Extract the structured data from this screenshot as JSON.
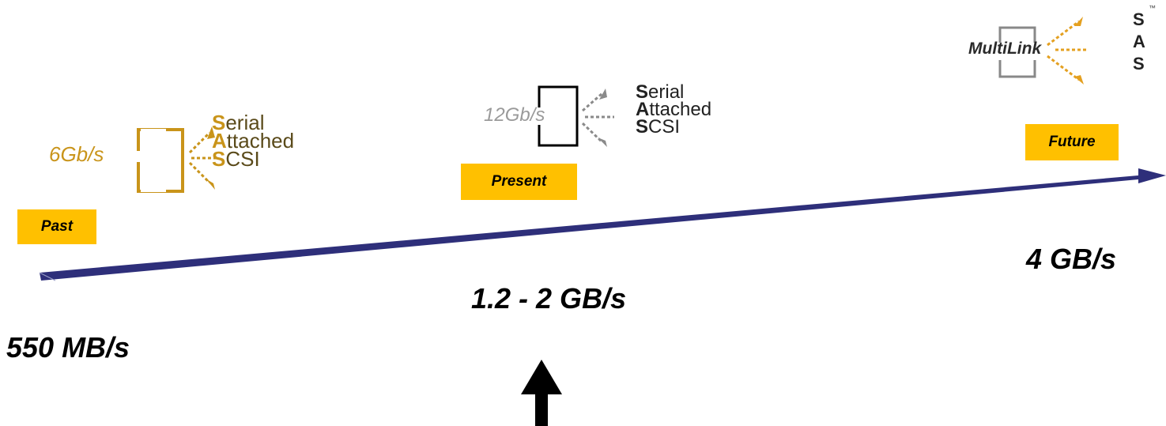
{
  "timeline": {
    "stages": [
      {
        "label": "Past",
        "speed": "550 MB/s"
      },
      {
        "label": "Present",
        "speed": "1.2 - 2 GB/s"
      },
      {
        "label": "Future",
        "speed": "4 GB/s"
      }
    ]
  },
  "logos": {
    "past": {
      "rate": "6Gb/s",
      "lines": [
        {
          "first": "S",
          "rest": "erial"
        },
        {
          "first": "A",
          "rest": "ttached"
        },
        {
          "first": "S",
          "rest": "CSI"
        }
      ]
    },
    "present": {
      "rate": "12Gb/s",
      "lines": [
        {
          "first": "S",
          "rest": "erial"
        },
        {
          "first": "A",
          "rest": "ttached"
        },
        {
          "first": "S",
          "rest": "CSI"
        }
      ]
    },
    "future": {
      "brand": "MultiLink",
      "letters": [
        "S",
        "A",
        "S"
      ],
      "tm": "™"
    }
  },
  "colors": {
    "timeline": "#2e2f7a",
    "tag": "#ffc000",
    "past_logo": "#c9941a",
    "present_logo": "#8a8a8a",
    "arrow": "#000000"
  }
}
